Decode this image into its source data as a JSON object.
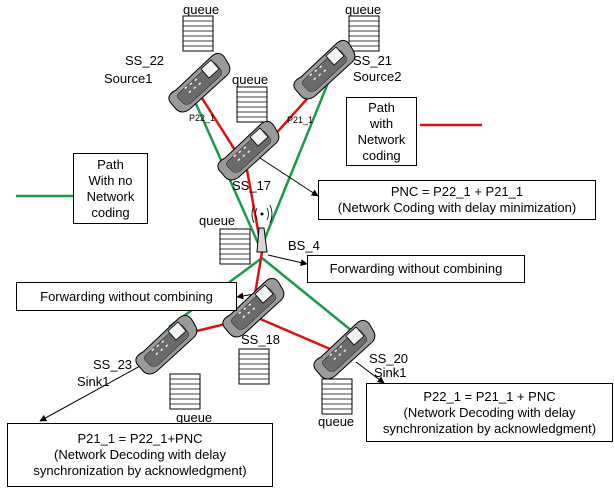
{
  "nodes": {
    "ss22": {
      "name": "SS_22",
      "role": "Source1"
    },
    "ss21": {
      "name": "SS_21",
      "role": "Source2"
    },
    "ss17": {
      "name": "SS_17"
    },
    "bs4": {
      "name": "BS_4"
    },
    "ss18": {
      "name": "SS_18"
    },
    "ss23": {
      "name": "SS_23",
      "role": "Sink1"
    },
    "ss20": {
      "name": "SS_20",
      "role": "Sink1"
    }
  },
  "queue_label": "queue",
  "packets": {
    "p22": "P22_1",
    "p21": "P21_1"
  },
  "legend": {
    "coding": [
      "Path",
      "with",
      "Network",
      "coding"
    ],
    "no_coding": [
      "Path",
      "With no",
      "Network",
      "coding"
    ]
  },
  "callouts": {
    "pnc": [
      "PNC = P22_1 + P21_1",
      "(Network Coding with delay minimization)"
    ],
    "forward_bs": [
      "Forwarding without combining"
    ],
    "forward_ss18": [
      "Forwarding without combining"
    ],
    "decode_ss20": [
      "P22_1 = P21_1 + PNC",
      "(Network Decoding with delay",
      "synchronization by acknowledgment)"
    ],
    "decode_ss23": [
      "P21_1 = P22_1+PNC",
      "(Network Decoding with delay",
      "synchronization by acknowledgment)"
    ]
  },
  "colors": {
    "network_coding_path": "#e01010",
    "no_coding_path": "#1a9a4a",
    "device": "#8a8a8a"
  }
}
